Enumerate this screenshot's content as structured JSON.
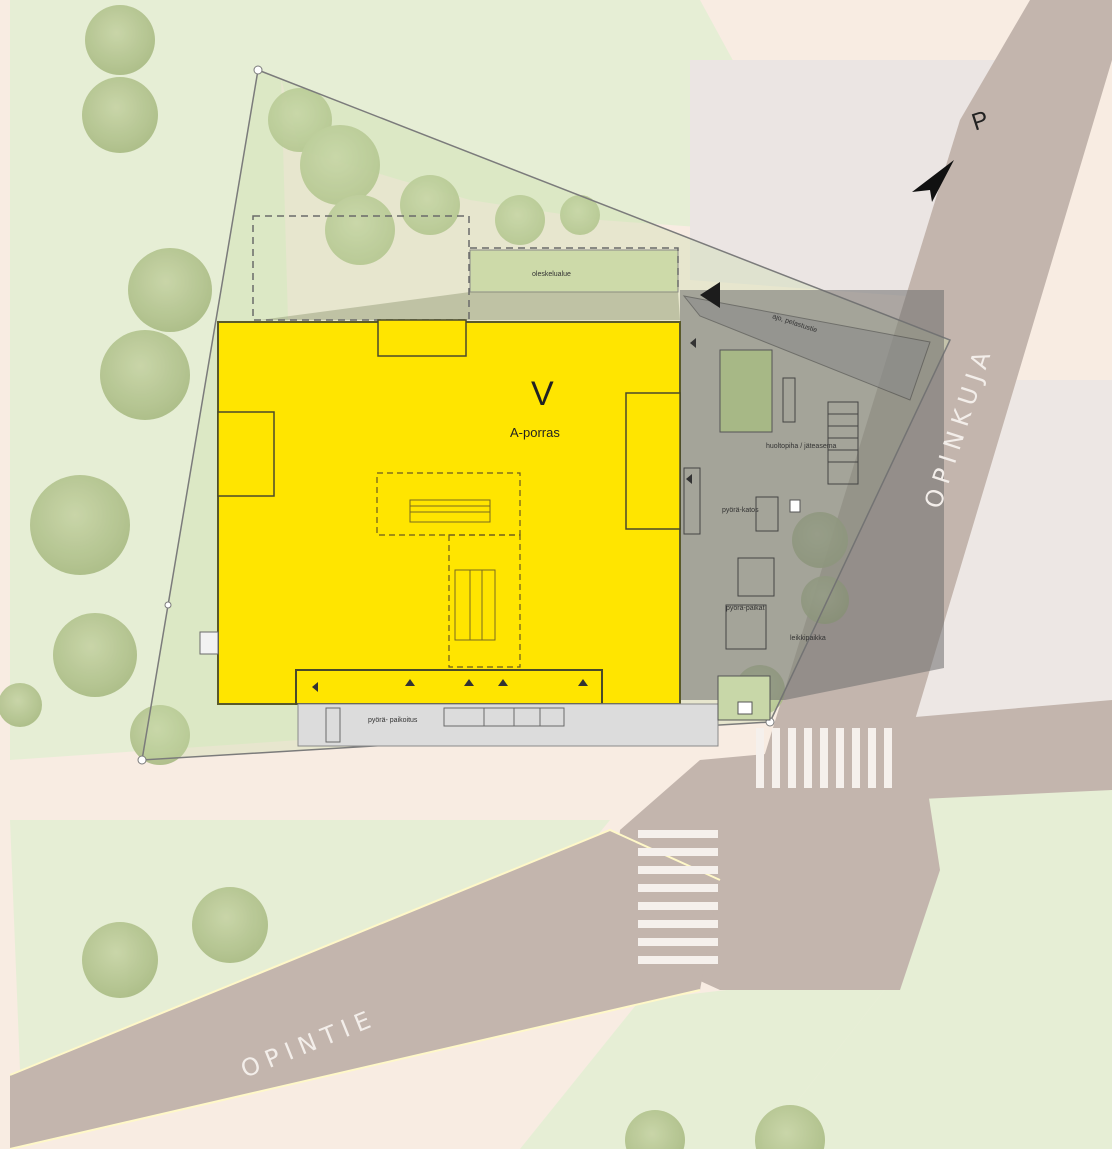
{
  "streets": {
    "opintie": "OPINTIE",
    "opinkuja": "OPINKUJA"
  },
  "building": {
    "designation": "V",
    "floors": "A-porras"
  },
  "areas": {
    "top_strip": "oleskelualue",
    "driveway": "ajo, pelastustie",
    "storage": "huoltopiha / jäteasema",
    "parking_left": "pyörä-katos",
    "parking_right": "pyörä-paikat",
    "court": "leikkipaikka",
    "bottom_walk": "pyörä- paikoitus"
  },
  "compass": {
    "label": "P",
    "meaning": "north-arrow"
  },
  "colors": {
    "background": "#f8ece2",
    "green": "#e4ecd2",
    "road": "#c2b4ac",
    "building": "#ffe500",
    "overlay": "#6d6d6d"
  }
}
